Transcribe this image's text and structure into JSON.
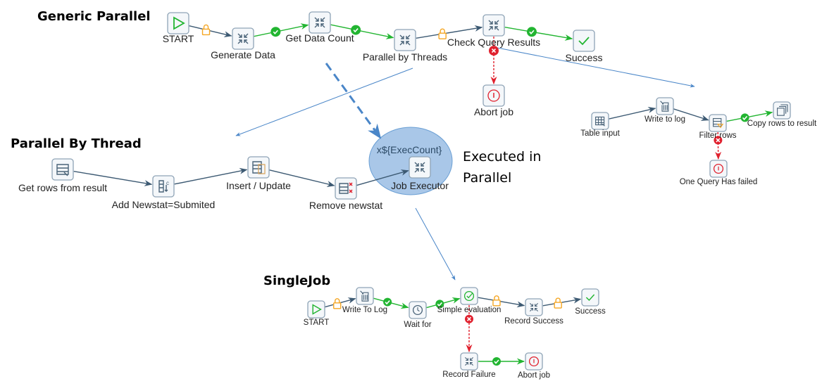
{
  "sections": {
    "generic_parallel": "Generic Parallel",
    "parallel_by_thread": "Parallel By Thread",
    "single_job": "SingleJob"
  },
  "annotation": {
    "line1": "Executed in",
    "line2": "Parallel"
  },
  "executor_badge": "x${ExecCount}",
  "colors": {
    "success": "#22b531",
    "failure": "#e0212e",
    "unconditional": "#f5a623",
    "hop": "#3d5a73",
    "link": "#4a86c8",
    "highlight": "#a9c7e8"
  },
  "nodes": [
    {
      "id": "gp_start",
      "label": "START",
      "icon": "play-icon"
    },
    {
      "id": "gp_gen",
      "label": "Generate Data",
      "icon": "job-icon"
    },
    {
      "id": "gp_count",
      "label": "Get Data Count",
      "icon": "job-icon"
    },
    {
      "id": "gp_par",
      "label": "Parallel by Threads",
      "icon": "job-icon"
    },
    {
      "id": "gp_check",
      "label": "Check Query Results",
      "icon": "job-icon"
    },
    {
      "id": "gp_success",
      "label": "Success",
      "icon": "check-icon"
    },
    {
      "id": "gp_abort",
      "label": "Abort job",
      "icon": "abort-icon"
    },
    {
      "id": "pt_get",
      "label": "Get rows from result",
      "icon": "get-rows-icon"
    },
    {
      "id": "pt_add",
      "label": "Add Newstat=Submited",
      "icon": "constant-icon"
    },
    {
      "id": "pt_ins",
      "label": "Insert / Update",
      "icon": "insert-update-icon"
    },
    {
      "id": "pt_rem",
      "label": "Remove newstat",
      "icon": "remove-field-icon"
    },
    {
      "id": "pt_exec",
      "label": "Job Executor",
      "icon": "job-icon"
    },
    {
      "id": "cq_table",
      "label": "Table input",
      "icon": "table-icon"
    },
    {
      "id": "cq_log",
      "label": "Write to log",
      "icon": "log-icon"
    },
    {
      "id": "cq_filter",
      "label": "Filter rows",
      "icon": "filter-icon"
    },
    {
      "id": "cq_copy",
      "label": "Copy rows to result",
      "icon": "copy-icon"
    },
    {
      "id": "cq_fail",
      "label": "One Query Has failed",
      "icon": "abort-icon"
    },
    {
      "id": "sj_start",
      "label": "START",
      "icon": "play-icon"
    },
    {
      "id": "sj_log",
      "label": "Write To Log",
      "icon": "log-icon"
    },
    {
      "id": "sj_wait",
      "label": "Wait for",
      "icon": "clock-icon"
    },
    {
      "id": "sj_eval",
      "label": "Simple evaluation",
      "icon": "evaluate-icon"
    },
    {
      "id": "sj_recs",
      "label": "Record Success",
      "icon": "job-icon"
    },
    {
      "id": "sj_success",
      "label": "Success",
      "icon": "check-icon"
    },
    {
      "id": "sj_recf",
      "label": "Record Failure",
      "icon": "job-icon"
    },
    {
      "id": "sj_abort",
      "label": "Abort job",
      "icon": "abort-icon"
    }
  ],
  "hops": [
    {
      "from": "gp_start",
      "to": "gp_gen",
      "type": "unconditional"
    },
    {
      "from": "gp_gen",
      "to": "gp_count",
      "type": "success"
    },
    {
      "from": "gp_count",
      "to": "gp_par",
      "type": "success"
    },
    {
      "from": "gp_par",
      "to": "gp_check",
      "type": "unconditional"
    },
    {
      "from": "gp_check",
      "to": "gp_success",
      "type": "success"
    },
    {
      "from": "gp_check",
      "to": "gp_abort",
      "type": "failure"
    },
    {
      "from": "pt_get",
      "to": "pt_add",
      "type": "plain"
    },
    {
      "from": "pt_add",
      "to": "pt_ins",
      "type": "plain"
    },
    {
      "from": "pt_ins",
      "to": "pt_rem",
      "type": "plain"
    },
    {
      "from": "pt_rem",
      "to": "pt_exec",
      "type": "plain"
    },
    {
      "from": "cq_table",
      "to": "cq_log",
      "type": "plain"
    },
    {
      "from": "cq_log",
      "to": "cq_filter",
      "type": "plain"
    },
    {
      "from": "cq_filter",
      "to": "cq_copy",
      "type": "success"
    },
    {
      "from": "cq_filter",
      "to": "cq_fail",
      "type": "failure"
    },
    {
      "from": "sj_start",
      "to": "sj_log",
      "type": "unconditional"
    },
    {
      "from": "sj_log",
      "to": "sj_wait",
      "type": "success"
    },
    {
      "from": "sj_wait",
      "to": "sj_eval",
      "type": "success"
    },
    {
      "from": "sj_eval",
      "to": "sj_recs",
      "type": "unconditional"
    },
    {
      "from": "sj_recs",
      "to": "sj_success",
      "type": "unconditional"
    },
    {
      "from": "sj_eval",
      "to": "sj_recf",
      "type": "failure"
    },
    {
      "from": "sj_recf",
      "to": "sj_abort",
      "type": "success"
    }
  ]
}
